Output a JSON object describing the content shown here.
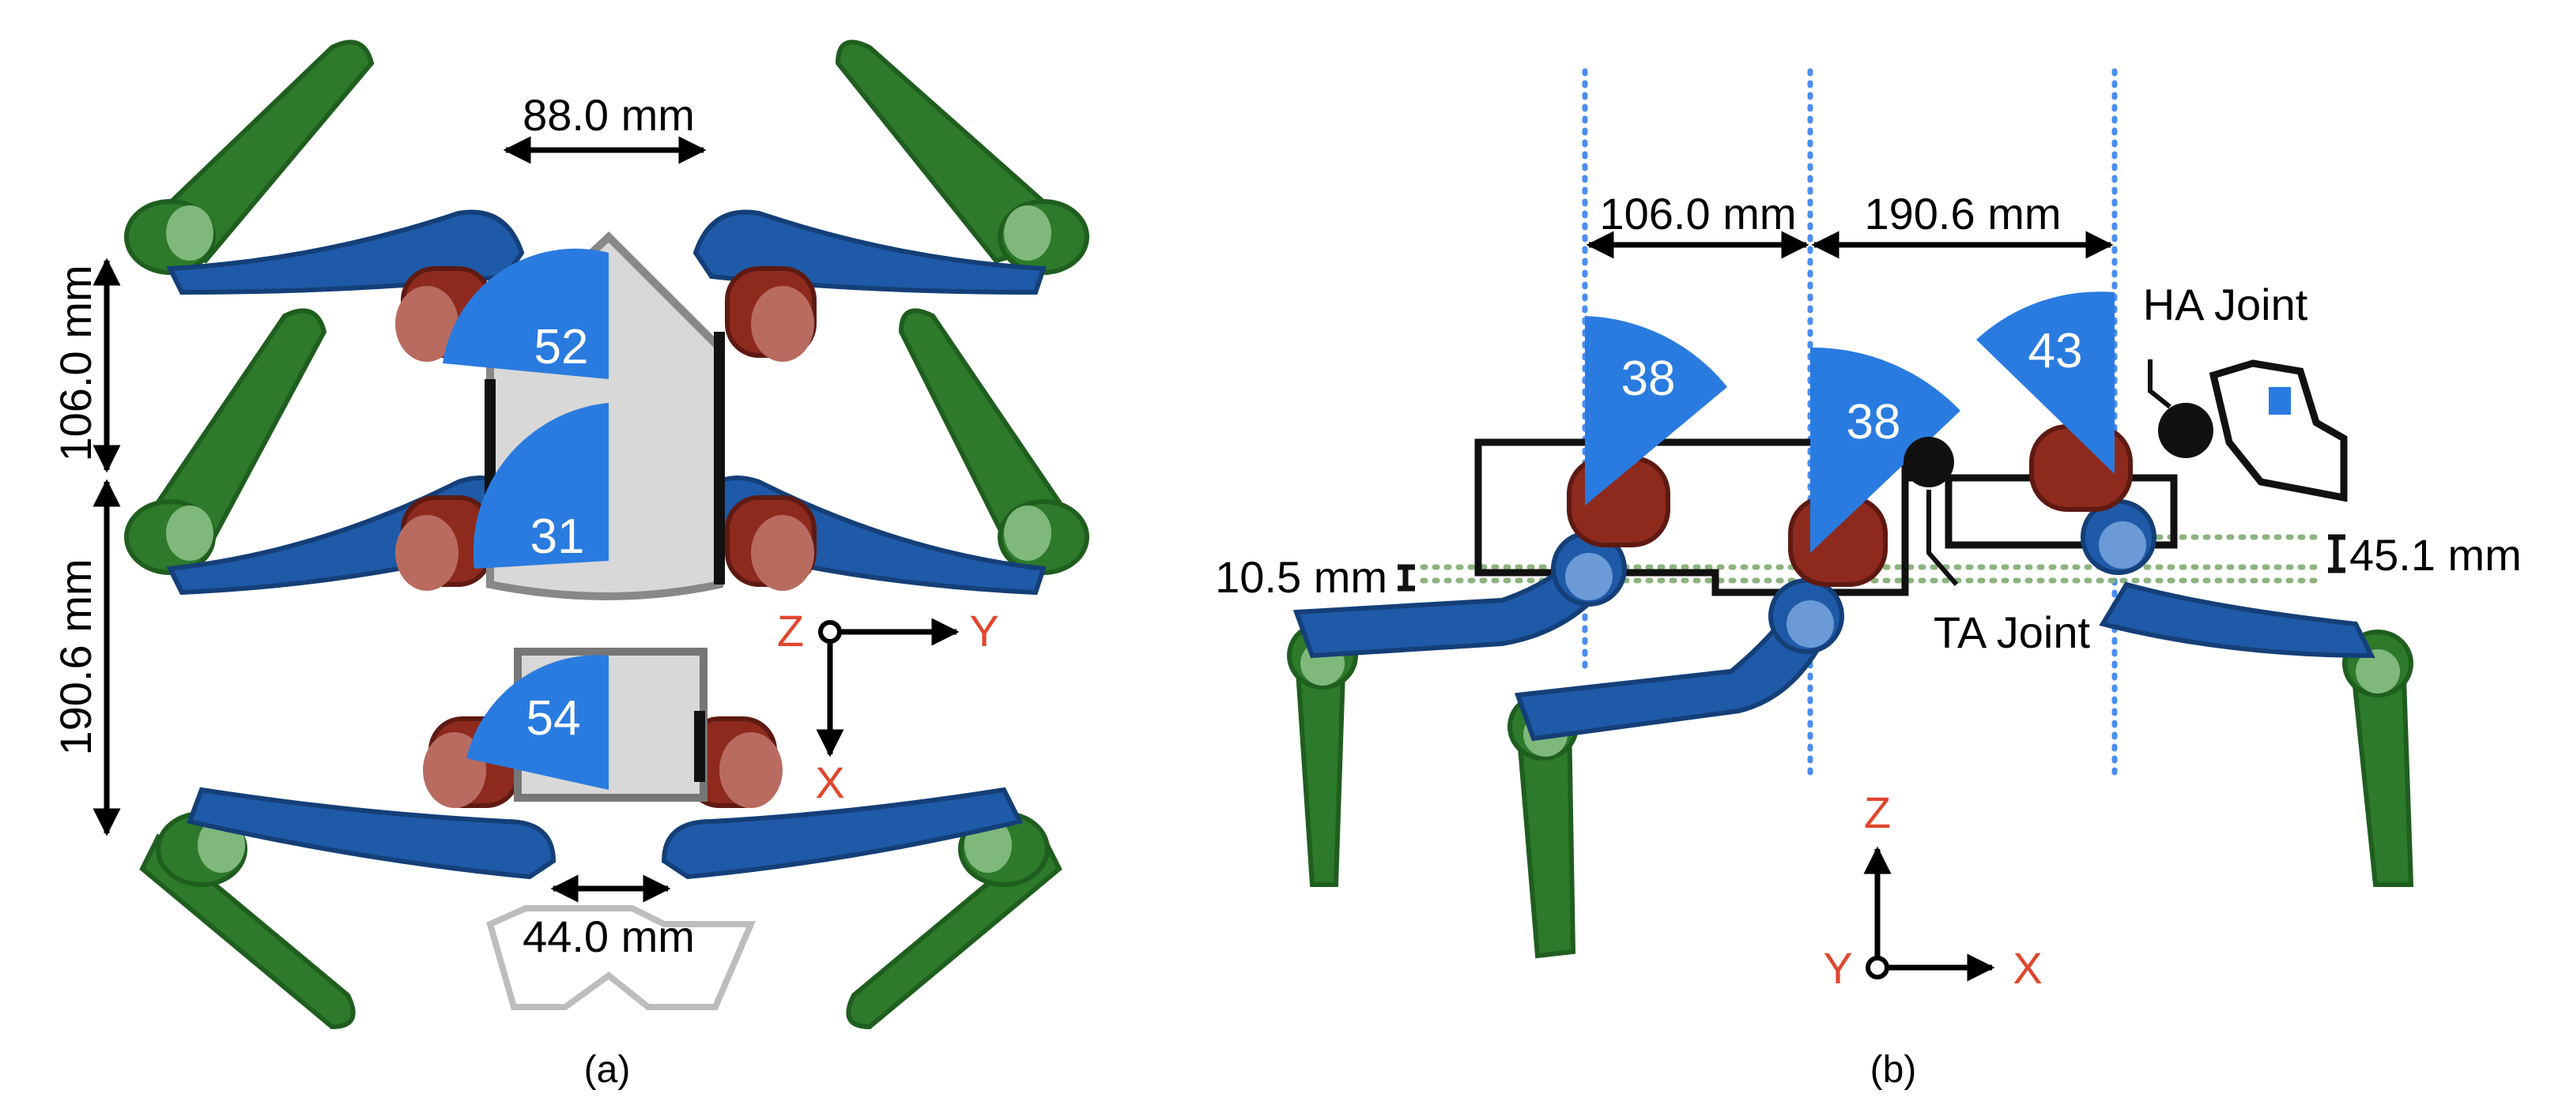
{
  "panel_a": {
    "caption": "(a)",
    "width_front": "88.0 mm",
    "width_rear": "44.0 mm",
    "spacing_1": "106.0 mm",
    "spacing_2": "190.6 mm",
    "angle_front": "52",
    "angle_mid": "31",
    "angle_rear": "54",
    "axis_z": "Z",
    "axis_y": "Y",
    "axis_x": "X"
  },
  "panel_b": {
    "caption": "(b)",
    "spacing_1": "106.0 mm",
    "spacing_2": "190.6 mm",
    "angle_rear": "38",
    "angle_mid": "38",
    "angle_front": "43",
    "height_rear": "10.5 mm",
    "height_front": "45.1 mm",
    "ha_joint": "HA Joint",
    "ta_joint": "TA Joint",
    "axis_z": "Z",
    "axis_y": "Y",
    "axis_x": "X"
  },
  "colors": {
    "green": "#2c7a2a",
    "blue": "#1e5aa8",
    "red": "#8e2a1d",
    "sector": "#2a7be0",
    "grey_body": "#d8d8d8",
    "axis_label": "#e0462e"
  }
}
